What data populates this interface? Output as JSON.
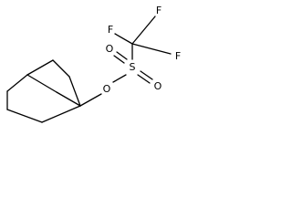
{
  "molecule": {
    "atoms": {
      "O_ester": "O",
      "S": "S",
      "O_top": "O",
      "O_bottom": "O",
      "F_left": "F",
      "F_top": "F",
      "F_right": "F"
    }
  },
  "colors": {
    "bond": "#000000",
    "label": "#000000",
    "background": "#ffffff"
  }
}
